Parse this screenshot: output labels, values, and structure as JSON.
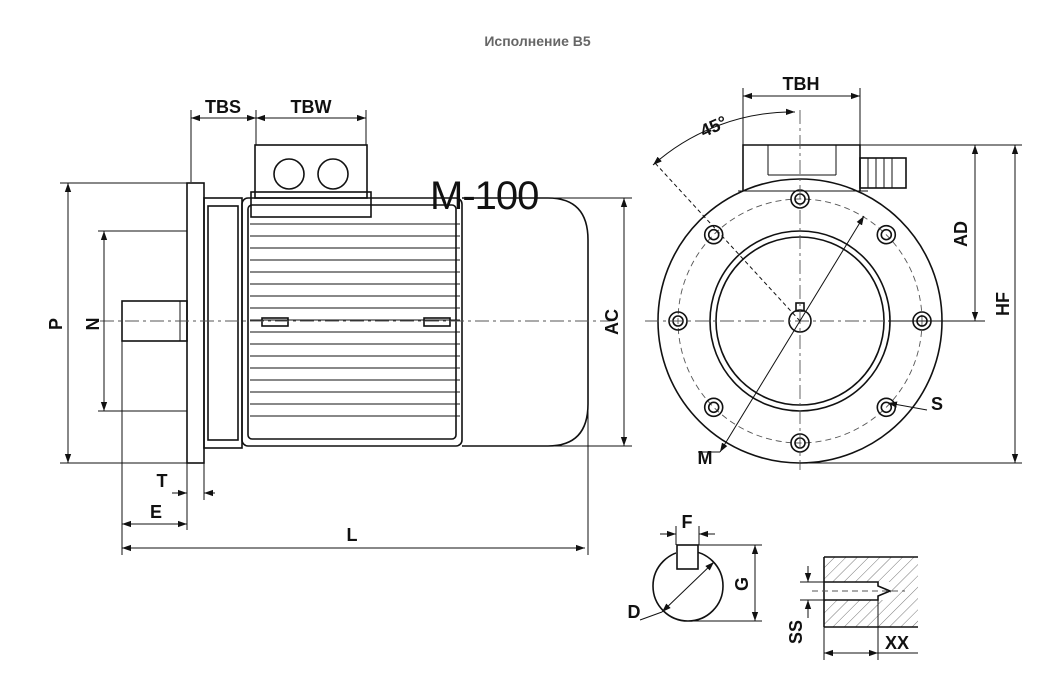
{
  "caption": "Исполнение B5",
  "model_label": "M-100",
  "dimension_labels": {
    "tbs": "TBS",
    "tbw": "TBW",
    "tbh": "TBH",
    "angle": "45°",
    "p": "P",
    "n": "N",
    "ac": "AC",
    "ad": "AD",
    "hf": "HF",
    "s": "S",
    "m": "M",
    "t": "T",
    "e": "E",
    "l": "L",
    "f": "F",
    "g": "G",
    "d": "D",
    "ss": "SS",
    "xx": "XX"
  }
}
